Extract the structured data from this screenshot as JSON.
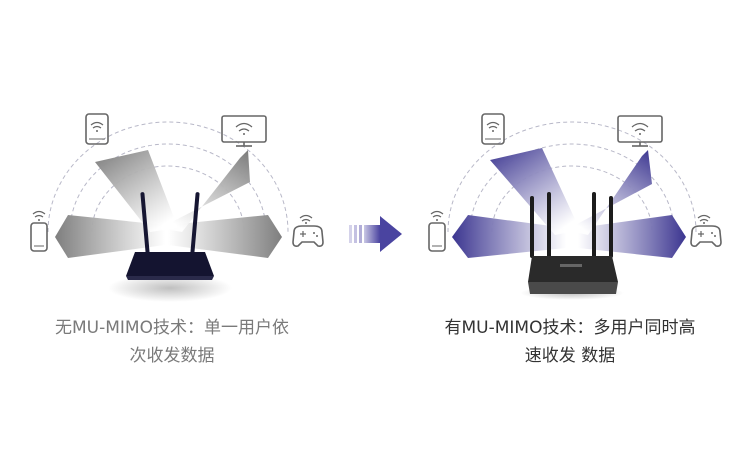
{
  "left_panel": {
    "caption_line1": "无MU-MIMO技术：单一用户依",
    "caption_line2": "次收发数据"
  },
  "right_panel": {
    "caption_line1": "有MU-MIMO技术：多用户同时高",
    "caption_line2": "速收发 数据"
  },
  "icons": [
    "tablet-icon",
    "monitor-icon",
    "phone-icon",
    "gamepad-icon",
    "wifi-icon",
    "router-icon",
    "arrow-right-icon"
  ],
  "colors": {
    "beam_gray": "#8a8a8a",
    "beam_purple": "#3b3590",
    "arc_dash": "#b8b8c8",
    "device_stroke": "#666666",
    "arrow_purple": "#4a44a0"
  }
}
